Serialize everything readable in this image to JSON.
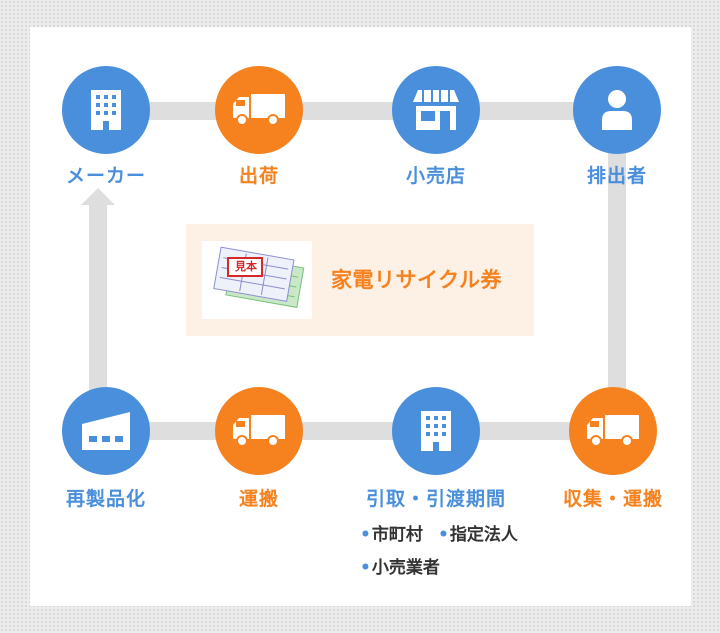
{
  "diagram": {
    "title": "家電リサイクル券",
    "stamp_text": "見本",
    "nodes": {
      "maker": {
        "label": "メーカー",
        "icon": "building-icon",
        "color": "#4a8fdc"
      },
      "shipping": {
        "label": "出荷",
        "icon": "truck-icon",
        "color": "#f5821f"
      },
      "retailer": {
        "label": "小売店",
        "icon": "store-icon",
        "color": "#4a8fdc"
      },
      "discharger": {
        "label": "排出者",
        "icon": "person-icon",
        "color": "#4a8fdc"
      },
      "collection": {
        "label": "収集・運搬",
        "icon": "truck-icon",
        "color": "#f5821f"
      },
      "handover": {
        "label": "引取・引渡期間",
        "icon": "building-icon",
        "color": "#4a8fdc",
        "items": [
          "市町村",
          "指定法人",
          "小売業者"
        ]
      },
      "transport": {
        "label": "運搬",
        "icon": "truck-icon",
        "color": "#f5821f"
      },
      "recycle": {
        "label": "再製品化",
        "icon": "factory-icon",
        "color": "#4a8fdc"
      }
    }
  }
}
